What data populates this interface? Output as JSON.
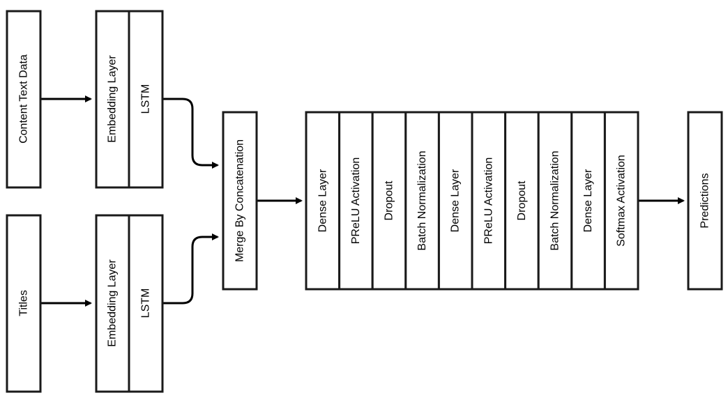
{
  "nodes": {
    "content_text": "Content Text Data",
    "titles": "Titles",
    "top_embedding": "Embedding Layer",
    "top_lstm": "LSTM",
    "bottom_embedding": "Embedding Layer",
    "bottom_lstm": "LSTM",
    "merge": "Merge By Concatenation",
    "stack": [
      "Dense Layer",
      "PReLU Activation",
      "Dropout",
      "Batch Normalization",
      "Dense Layer",
      "PReLU Activation",
      "Dropout",
      "Batch Normalization",
      "Dense Layer",
      "Softmax Activation"
    ],
    "predictions": "Predictions"
  }
}
